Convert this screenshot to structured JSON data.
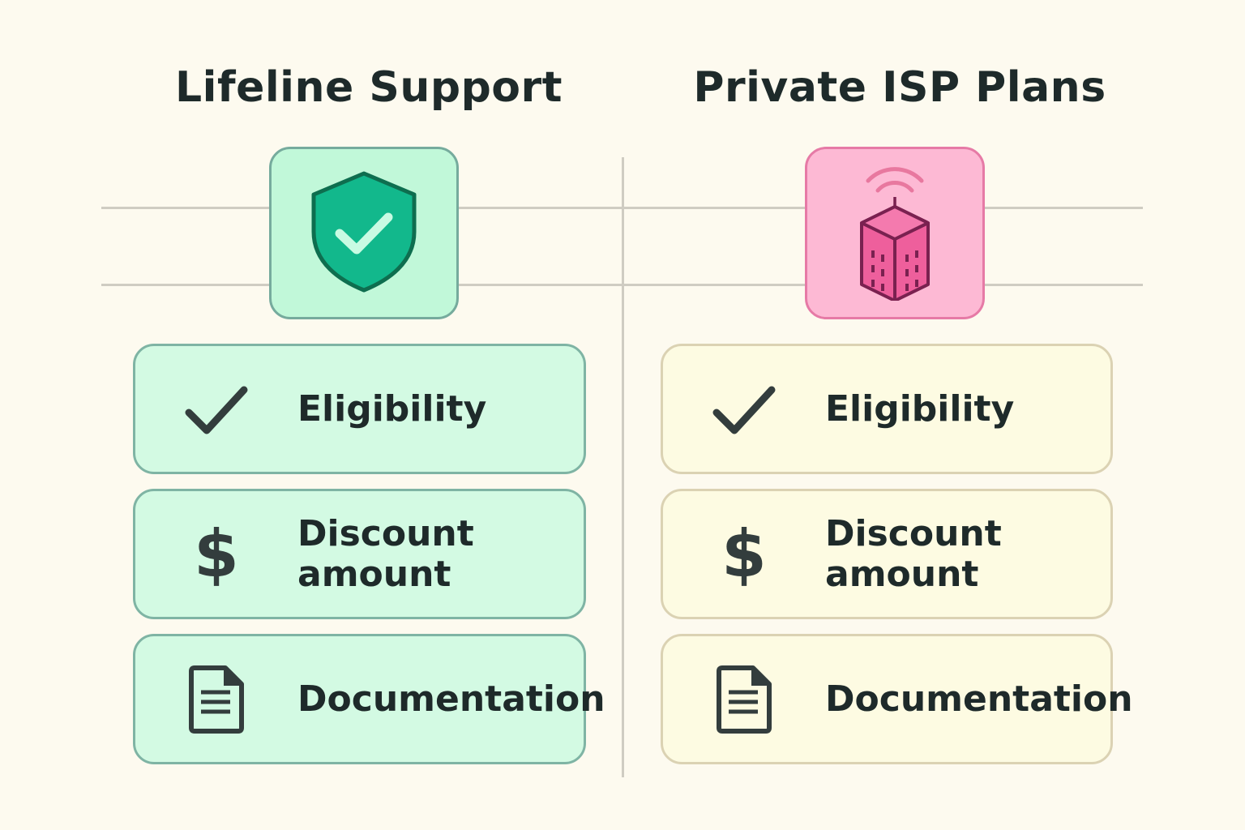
{
  "columns": [
    {
      "title": "Lifeline Support",
      "icon": "shield-check-icon",
      "colors": {
        "box_bg": "#c1f8d9",
        "box_border": "#76ab9d",
        "icon_fill": "#12b88c",
        "icon_stroke": "#0e6e4f",
        "card_bg": "#d3fae3",
        "card_border": "#7fb4a4"
      },
      "items": [
        {
          "icon": "checkmark-icon",
          "label": "Eligibility"
        },
        {
          "icon": "dollar-icon",
          "label": "Discount\namount"
        },
        {
          "icon": "document-icon",
          "label": "Documentation"
        }
      ]
    },
    {
      "title": "Private ISP Plans",
      "icon": "building-antenna-icon",
      "colors": {
        "box_bg": "#fdb9d4",
        "box_border": "#e67aa6",
        "icon_fill": "#ee5f9c",
        "icon_stroke": "#7a2150",
        "card_bg": "#fdfbe2",
        "card_border": "#dbd2b3"
      },
      "items": [
        {
          "icon": "checkmark-icon",
          "label": "Eligibility"
        },
        {
          "icon": "dollar-icon",
          "label": "Discount\namount"
        },
        {
          "icon": "document-icon",
          "label": "Documentation"
        }
      ]
    }
  ]
}
